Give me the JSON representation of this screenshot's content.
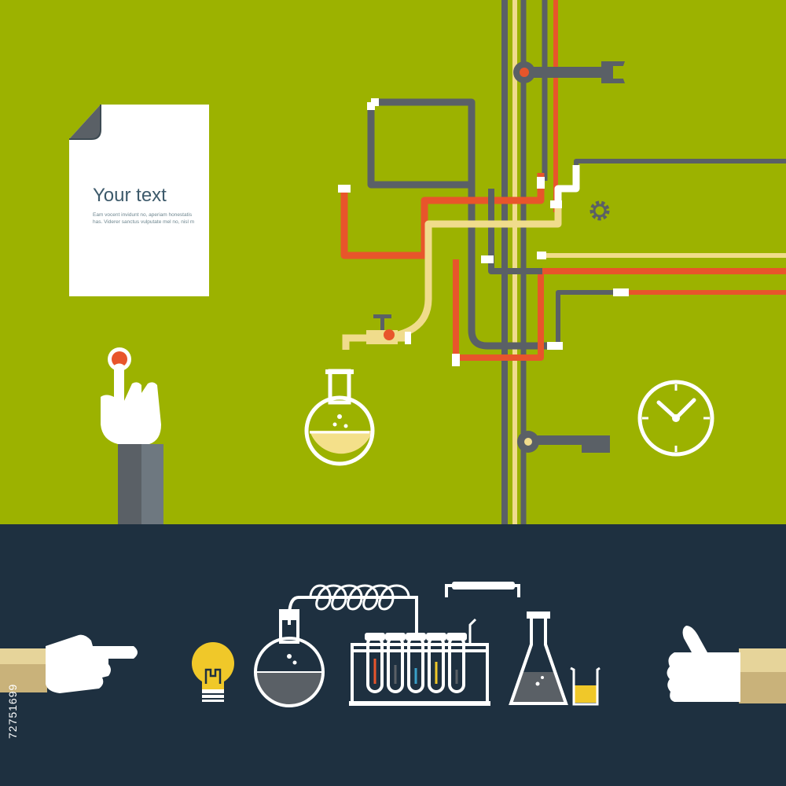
{
  "document": {
    "title": "Your text",
    "body": "Eam vocent invidunt no, aperiam honestatis has. Viderer sanctus vulputate mel no, nisl m"
  },
  "stock_id": "72751699",
  "colors": {
    "top_background": "#9cb200",
    "bottom_background": "#1e3040",
    "pipe_gray": "#5a6066",
    "pipe_orange": "#e8552b",
    "pipe_cream": "#f0dc8c",
    "liquid_yellow": "#f4e08a",
    "accent_red": "#e8552b"
  },
  "icons": {
    "top": [
      "document-icon",
      "push-button-icon",
      "pointing-hand-icon",
      "round-flask-icon",
      "valve-icon",
      "wrench-icon",
      "gear-icon",
      "clock-icon"
    ],
    "bottom": [
      "pointing-hand-icon",
      "light-bulb-icon",
      "distillation-flask-icon",
      "test-tube-rack-icon",
      "erlenmeyer-flask-icon",
      "beaker-icon",
      "thumbs-up-icon"
    ]
  }
}
